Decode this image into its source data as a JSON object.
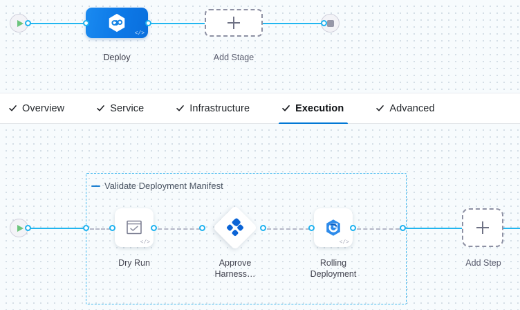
{
  "stage_canvas": {
    "start_node": {
      "name": "pipeline-start",
      "icon": "play-icon"
    },
    "end_node": {
      "name": "pipeline-end",
      "icon": "stop-icon"
    },
    "nodes": [
      {
        "id": "deploy",
        "label": "Deploy",
        "icon": "harness-deploy-icon",
        "badge": "</>"
      },
      {
        "id": "add-stage",
        "label": "Add Stage",
        "icon": "plus-icon"
      }
    ]
  },
  "tabs": [
    {
      "label": "Overview",
      "icon": "check-icon",
      "active": false
    },
    {
      "label": "Service",
      "icon": "check-icon",
      "active": false
    },
    {
      "label": "Infrastructure",
      "icon": "check-icon",
      "active": false
    },
    {
      "label": "Execution",
      "icon": "check-icon",
      "active": true
    },
    {
      "label": "Advanced",
      "icon": "check-icon",
      "active": false
    }
  ],
  "execution_canvas": {
    "start_node": {
      "name": "execution-start",
      "icon": "play-icon"
    },
    "step_group": {
      "title": "Validate Deployment Manifest",
      "collapse_icon": "minus-icon"
    },
    "steps": [
      {
        "id": "dry-run",
        "label": "Dry Run",
        "icon": "dry-run-check-icon",
        "badge": "</>"
      },
      {
        "id": "approve-harness",
        "label": "Approve\nHarness…",
        "icon": "harness-approval-icon"
      },
      {
        "id": "rolling-deployment",
        "label": "Rolling\nDeployment",
        "icon": "rolling-deployment-icon",
        "badge": "</>"
      }
    ],
    "add_step": {
      "label": "Add Step",
      "icon": "plus-icon"
    }
  },
  "colors": {
    "accent_blue": "#0278d5",
    "link_blue": "#21b6f0",
    "canvas_bg": "#f7fbfd",
    "group_border": "#3fb7ee",
    "play_green": "#6cc47c",
    "stop_gray": "#9697a8",
    "deploy_gradient_start": "#1a8af0",
    "deploy_gradient_end": "#0a6fdd"
  }
}
